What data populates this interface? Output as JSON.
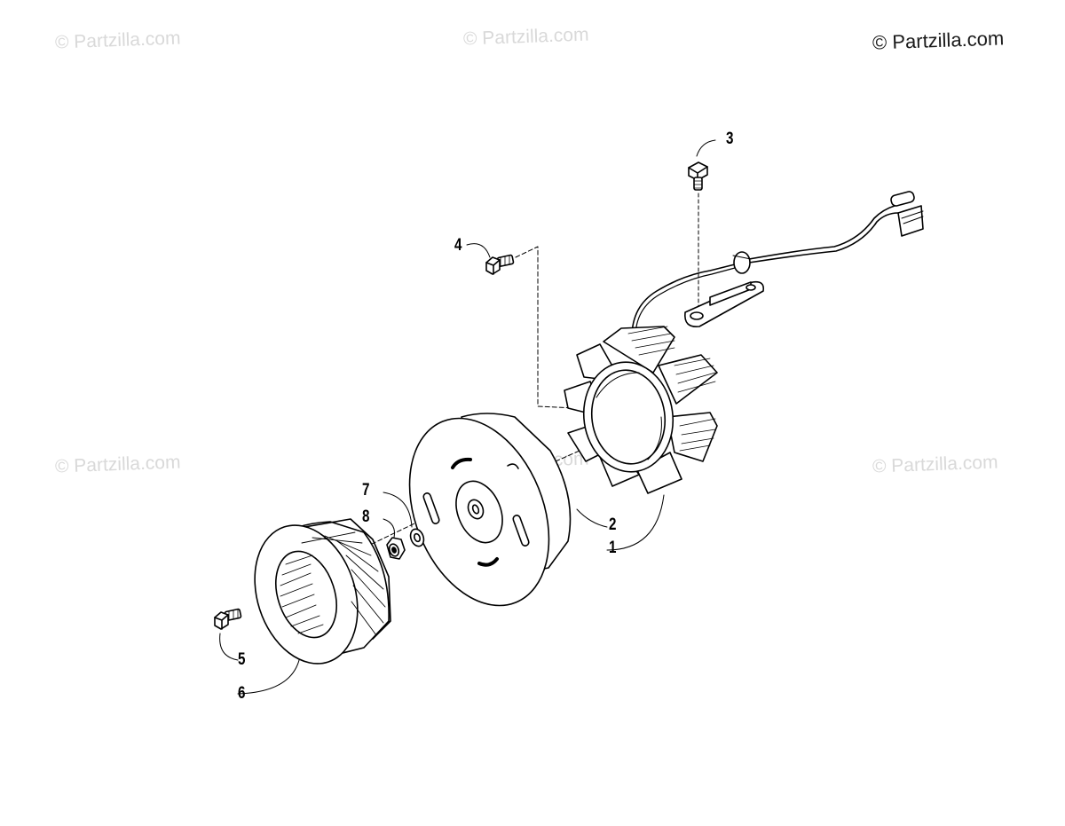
{
  "watermarks": {
    "primary": "© Partzilla.com",
    "faint": "© Partzilla.com"
  },
  "callouts": [
    "1",
    "2",
    "3",
    "4",
    "5",
    "6",
    "7",
    "8"
  ]
}
